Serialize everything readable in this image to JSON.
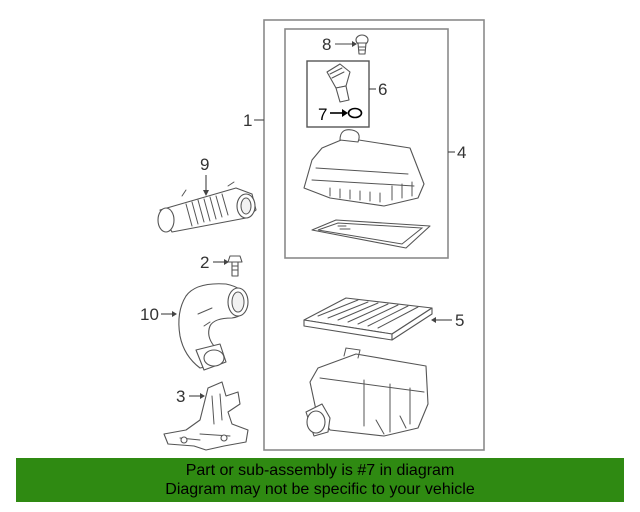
{
  "callouts": {
    "c1": "1",
    "c2": "2",
    "c3": "3",
    "c4": "4",
    "c5": "5",
    "c6": "6",
    "c7": "7",
    "c8": "8",
    "c9": "9",
    "c10": "10"
  },
  "banner": {
    "line1": "Part or sub-assembly is #7 in diagram",
    "line2": "Diagram may not be specific to your vehicle"
  },
  "colors": {
    "banner_bg": "#2f8a12",
    "line": "#555555",
    "frame": "#8a8a8a"
  }
}
